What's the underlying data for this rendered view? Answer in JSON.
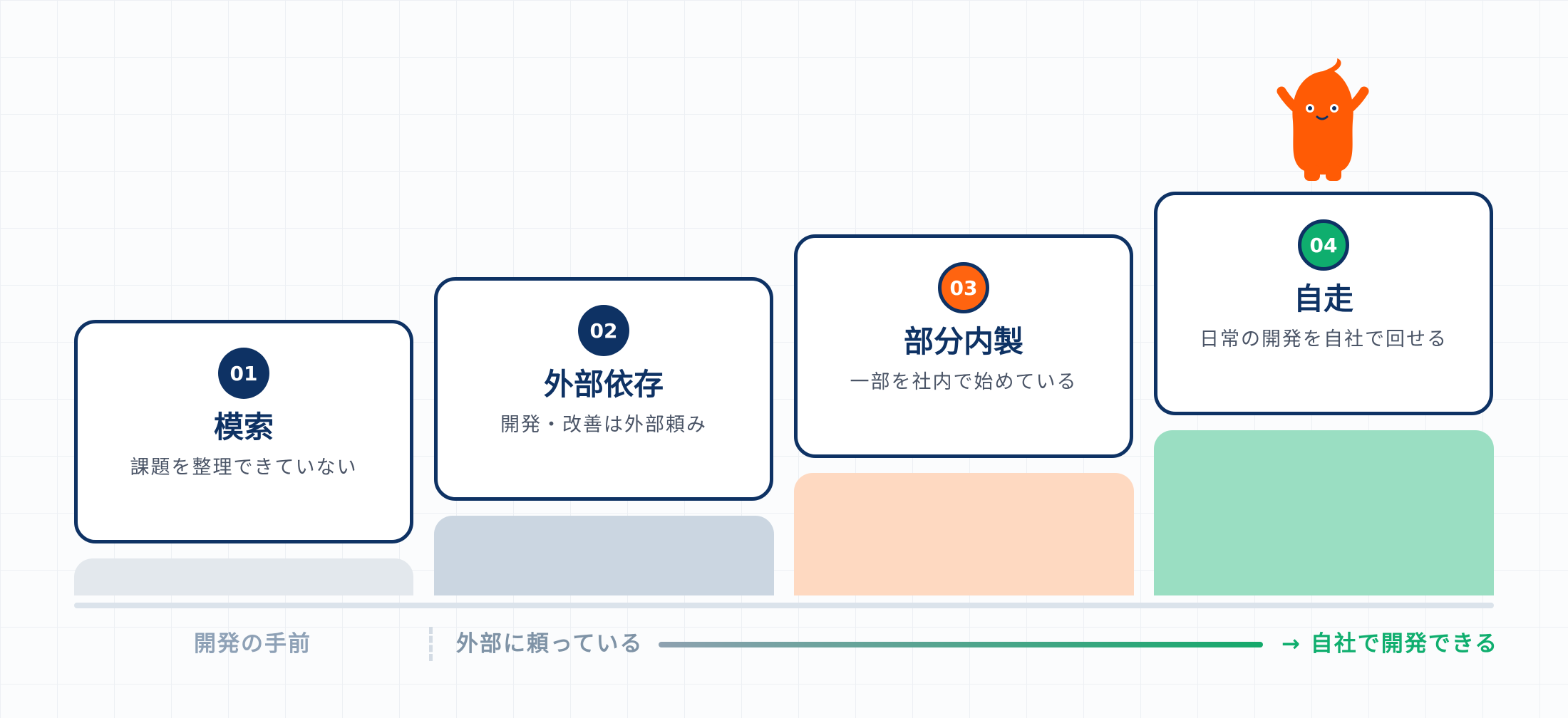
{
  "steps": [
    {
      "number": "01",
      "title": "模索",
      "description": "課題を整理できていない",
      "badge_color": "#0e3264",
      "block_color": "#e3e8ed"
    },
    {
      "number": "02",
      "title": "外部依存",
      "description": "開発・改善は外部頼み",
      "badge_color": "#0e3264",
      "block_color": "#cbd6e1"
    },
    {
      "number": "03",
      "title": "部分内製",
      "description": "一部を社内で始めている",
      "badge_color": "#ff6410",
      "block_color": "#fed9c1"
    },
    {
      "number": "04",
      "title": "自走",
      "description": "日常の開発を自社で回せる",
      "badge_color": "#0fae6e",
      "block_color": "#9adec2"
    }
  ],
  "footer": {
    "before_label": "開発の手前",
    "external_label": "外部に頼っている",
    "goal_label": "→ 自社で開発できる"
  },
  "colors": {
    "navy": "#0e3264",
    "orange": "#ff6410",
    "green": "#0fae6e",
    "muted": "#8ea1b6"
  },
  "mascot": {
    "icon": "flame-mascot-icon",
    "color": "#ff5b05"
  }
}
